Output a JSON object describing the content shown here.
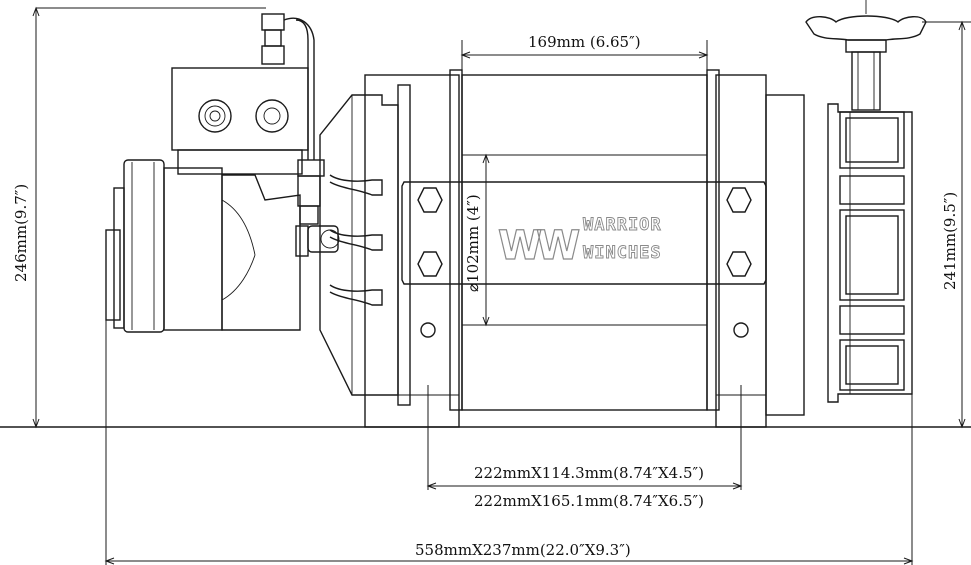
{
  "dimensions": {
    "drum_length": "169mm (6.65″)",
    "drum_diameter": "⌀102mm (4″)",
    "overall_height_left": "246mm(9.7″)",
    "overall_height_right": "241mm(9.5″)",
    "mount_pattern_1": "222mmX114.3mm(8.74″X4.5″)",
    "mount_pattern_2": "222mmX165.1mm(8.74″X6.5″)",
    "overall_size": "558mmX237mm(22.0″X9.3″)"
  },
  "logo": {
    "mark": "WW",
    "line1": "WARRIOR",
    "line2": "WINCHES"
  }
}
